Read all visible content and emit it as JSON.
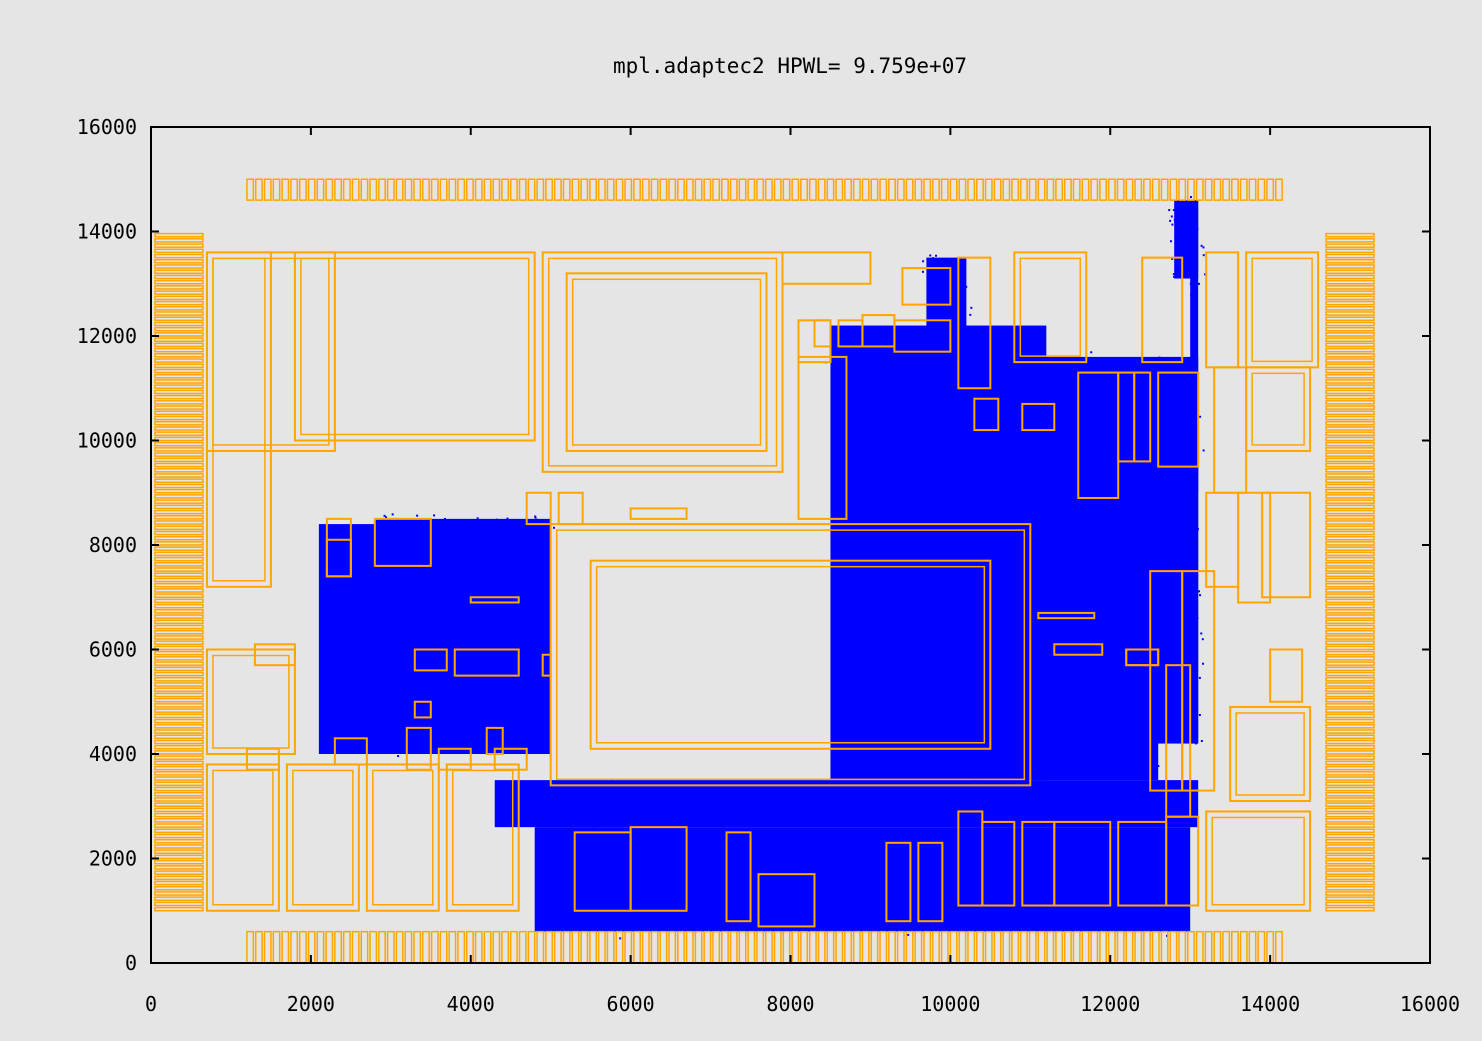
{
  "chart_data": {
    "type": "scatter",
    "title": "mpl.adaptec2 HPWL= 9.759e+07",
    "xlabel": "",
    "ylabel": "",
    "xlim": [
      0,
      16000
    ],
    "ylim": [
      0,
      16000
    ],
    "xticks": [
      0,
      2000,
      4000,
      6000,
      8000,
      10000,
      12000,
      14000,
      16000
    ],
    "yticks": [
      0,
      2000,
      4000,
      6000,
      8000,
      10000,
      12000,
      14000,
      16000
    ],
    "grid": false,
    "legend": "none",
    "colors": {
      "background": "#e5e5e5",
      "axes": "#000000",
      "macros": "#ffa500",
      "standard_cells": "#0000ff"
    },
    "series": [
      {
        "kind": "macro_outlines",
        "color": "#ffa500",
        "rects": [
          [
            700,
            9800,
            2300,
            13600
          ],
          [
            1800,
            10000,
            4800,
            13600
          ],
          [
            4900,
            9400,
            7900,
            13600
          ],
          [
            5200,
            9800,
            7700,
            13200
          ],
          [
            7900,
            13000,
            9000,
            13600
          ],
          [
            8100,
            8500,
            8700,
            11600
          ],
          [
            8100,
            11500,
            8500,
            12300
          ],
          [
            8300,
            11800,
            8500,
            12300
          ],
          [
            8600,
            11800,
            8900,
            12300
          ],
          [
            8900,
            11800,
            9300,
            12400
          ],
          [
            9300,
            11700,
            10000,
            12300
          ],
          [
            9400,
            12600,
            10000,
            13300
          ],
          [
            10100,
            11000,
            10500,
            13500
          ],
          [
            10300,
            10200,
            10600,
            10800
          ],
          [
            10800,
            11500,
            11700,
            13600
          ],
          [
            10900,
            10200,
            11300,
            10700
          ],
          [
            11600,
            8900,
            12100,
            11300
          ],
          [
            12100,
            9600,
            12300,
            11300
          ],
          [
            12300,
            9600,
            12500,
            11300
          ],
          [
            12400,
            11500,
            12900,
            13500
          ],
          [
            12600,
            9500,
            13100,
            11300
          ],
          [
            13200,
            11400,
            13600,
            13600
          ],
          [
            13300,
            9000,
            13700,
            11400
          ],
          [
            13700,
            9800,
            14500,
            11400
          ],
          [
            13700,
            11400,
            14600,
            13600
          ],
          [
            13200,
            7200,
            13600,
            9000
          ],
          [
            13600,
            6900,
            14000,
            9000
          ],
          [
            13900,
            7000,
            14500,
            9000
          ],
          [
            700,
            7200,
            1500,
            13600
          ],
          [
            2200,
            7400,
            2500,
            8500
          ],
          [
            2200,
            7400,
            2500,
            8100
          ],
          [
            2800,
            7600,
            3500,
            8500
          ],
          [
            4700,
            8400,
            5000,
            9000
          ],
          [
            5100,
            8400,
            5400,
            9000
          ],
          [
            6000,
            8500,
            6700,
            8700
          ],
          [
            5000,
            3400,
            11000,
            8400
          ],
          [
            5500,
            4100,
            10500,
            7700
          ],
          [
            3800,
            5500,
            4600,
            6000
          ],
          [
            4900,
            5500,
            5000,
            5900
          ],
          [
            4000,
            6900,
            4600,
            7000
          ],
          [
            1300,
            5700,
            1800,
            6100
          ],
          [
            700,
            4000,
            1800,
            6000
          ],
          [
            1200,
            3700,
            1600,
            4100
          ],
          [
            2300,
            3800,
            2700,
            4300
          ],
          [
            3200,
            3700,
            3500,
            4500
          ],
          [
            3300,
            5600,
            3700,
            6000
          ],
          [
            3300,
            4700,
            3500,
            5000
          ],
          [
            4200,
            4000,
            4400,
            4500
          ],
          [
            3600,
            3700,
            4000,
            4100
          ],
          [
            4300,
            3700,
            4700,
            4100
          ],
          [
            700,
            1000,
            1600,
            3800
          ],
          [
            1700,
            1000,
            2600,
            3800
          ],
          [
            2700,
            1000,
            3600,
            3800
          ],
          [
            3700,
            1000,
            4600,
            3800
          ],
          [
            5300,
            1000,
            6000,
            2500
          ],
          [
            6000,
            1000,
            6700,
            2600
          ],
          [
            7200,
            800,
            7500,
            2500
          ],
          [
            7600,
            700,
            8300,
            1700
          ],
          [
            9200,
            800,
            9500,
            2300
          ],
          [
            9600,
            800,
            9900,
            2300
          ],
          [
            10100,
            1100,
            10400,
            2900
          ],
          [
            10400,
            1100,
            10800,
            2700
          ],
          [
            10900,
            1100,
            11300,
            2700
          ],
          [
            11300,
            1100,
            12000,
            2700
          ],
          [
            12100,
            1100,
            12700,
            2700
          ],
          [
            12700,
            1100,
            13100,
            2800
          ],
          [
            12200,
            6000,
            12600,
            5700
          ],
          [
            12500,
            3300,
            12900,
            7500
          ],
          [
            12900,
            3300,
            13300,
            7500
          ],
          [
            12700,
            2800,
            13000,
            5700
          ],
          [
            13200,
            1000,
            14500,
            2900
          ],
          [
            13500,
            3100,
            14500,
            4900
          ],
          [
            14000,
            5000,
            14400,
            6000
          ],
          [
            11100,
            6700,
            11800,
            6600
          ],
          [
            11300,
            5900,
            11900,
            6100
          ],
          [
            12200,
            6000,
            12600,
            5700
          ]
        ]
      },
      {
        "kind": "io_pad_columns",
        "color": "#ffa500",
        "left_x": [
          50,
          650
        ],
        "right_x": [
          14700,
          15300
        ],
        "y_range": [
          1000,
          14000
        ]
      },
      {
        "kind": "io_pad_rows",
        "color": "#ffa500",
        "top_y": [
          14600,
          15000
        ],
        "bottom_y": [
          0,
          600
        ],
        "x_range": [
          1200,
          14100
        ]
      },
      {
        "kind": "cell_regions",
        "color": "#0000ff",
        "rects": [
          [
            2100,
            4000,
            5000,
            8400
          ],
          [
            4300,
            2600,
            13100,
            3500
          ],
          [
            4800,
            600,
            13000,
            2600
          ],
          [
            8500,
            3500,
            11200,
            12200
          ],
          [
            8600,
            8800,
            10200,
            10700
          ],
          [
            9200,
            9000,
            13100,
            11600
          ],
          [
            10900,
            3500,
            12600,
            8900
          ],
          [
            11500,
            8300,
            13000,
            9000
          ],
          [
            13000,
            4200,
            13100,
            14600
          ],
          [
            12800,
            13100,
            13100,
            14600
          ],
          [
            11000,
            4200,
            13100,
            10200
          ],
          [
            10900,
            8500,
            13000,
            9000
          ],
          [
            2800,
            8000,
            5000,
            8500
          ],
          [
            9700,
            11600,
            10200,
            13500
          ]
        ]
      }
    ]
  }
}
